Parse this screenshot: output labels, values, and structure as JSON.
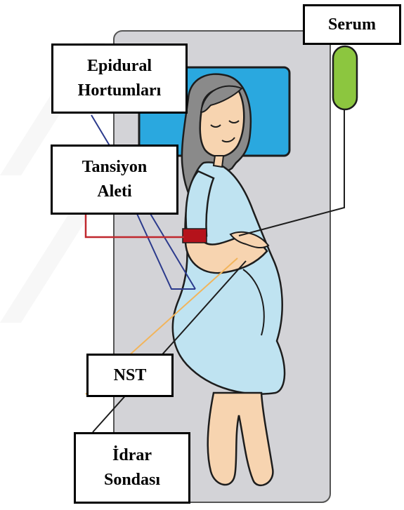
{
  "labels": {
    "serum": "Serum",
    "epidural_line1": "Epidural",
    "epidural_line2": "Hortumları",
    "tansiyon_line1": "Tansiyon",
    "tansiyon_line2": "Aleti",
    "nst": "NST",
    "idrar_line1": "İdrar",
    "idrar_line2": "Sondası"
  },
  "colors": {
    "bed": "#d3d3d7",
    "pillow": "#2aa8df",
    "gown": "#bfe3f1",
    "skin": "#f7d4b0",
    "hair": "#8a8a8a",
    "serum_bag": "#8cc63f",
    "bp_cuff": "#b5121b",
    "epidural_line": "#2b3a8c",
    "nst_line": "#f2b45a",
    "bp_line": "#c0282e"
  },
  "icons": [
    "bed",
    "pillow",
    "serum-bag",
    "pregnant-woman",
    "blood-pressure-cuff"
  ]
}
